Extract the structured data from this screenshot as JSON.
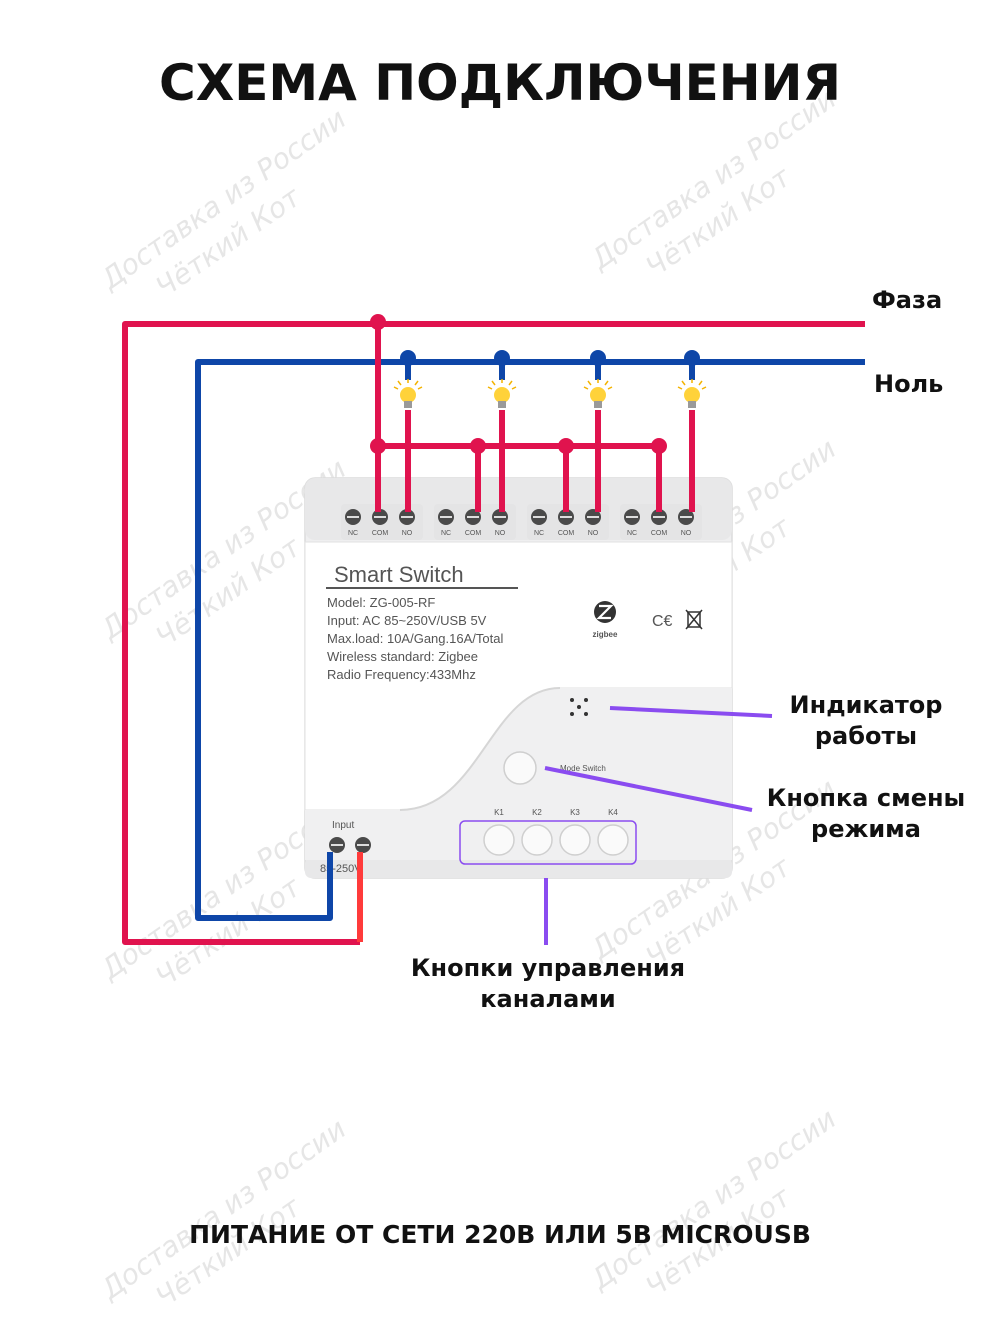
{
  "title": "СХЕМА ПОДКЛЮЧЕНИЯ",
  "footer": "ПИТАНИЕ ОТ СЕТИ 220В ИЛИ 5В MICROUSB",
  "labels": {
    "phase": "Фаза",
    "neutral": "Ноль",
    "indicator": [
      "Индикатор",
      "работы"
    ],
    "mode_button": [
      "Кнопка смены",
      "режима"
    ],
    "channel_buttons": [
      "Кнопки управления",
      "каналами"
    ]
  },
  "device": {
    "name": "Smart  Switch",
    "specs": [
      "Model:  ZG-005-RF",
      "Input:  AC 85~250V/USB 5V",
      "Max.load:  10A/Gang.16A/Total",
      "Wireless standard:  Zigbee",
      "Radio Frequency:433Mhz"
    ],
    "zigbee_label": "zigbee",
    "ce_mark": "C€",
    "mode_switch_label": "Mode Switch",
    "input_label": "Input",
    "input_voltage": "85-250V",
    "terminal_labels": [
      "NC",
      "COM",
      "NO",
      "NC",
      "COM",
      "NO",
      "NC",
      "COM",
      "NO",
      "NC",
      "COM",
      "NO"
    ],
    "channel_keys": [
      "K1",
      "K2",
      "K3",
      "K4"
    ]
  },
  "watermark": [
    "Доставка из России",
    "Чёткий Кот"
  ],
  "colors": {
    "phase": "#e0134e",
    "neutral": "#0e46a8",
    "pointer": "#8a4cf0",
    "device_body": "#eeeeef",
    "input_red": "#ff3b3b"
  }
}
